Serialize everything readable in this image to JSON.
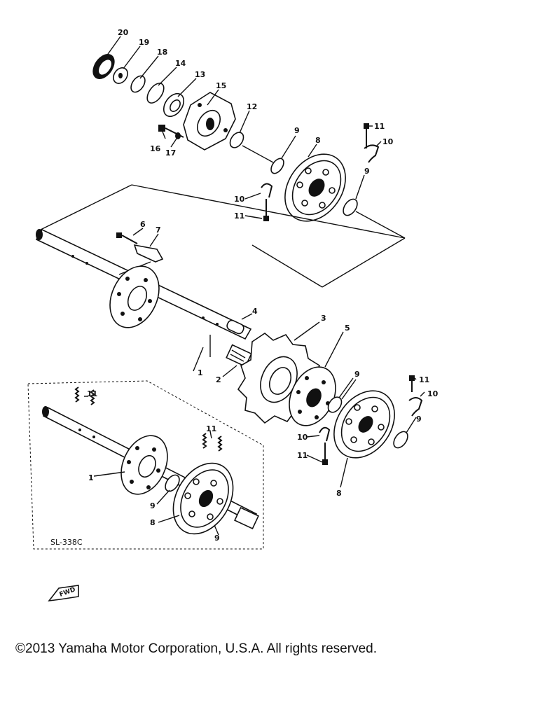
{
  "diagram": {
    "subassembly_code": "SL-338C",
    "direction_badge": "FWD",
    "callouts": {
      "c20": "20",
      "c19": "19",
      "c18": "18",
      "c14": "14",
      "c13": "13",
      "c15": "15",
      "c12": "12",
      "c16": "16",
      "c17": "17",
      "c9a": "9",
      "c8a": "8",
      "c11a": "11",
      "c10a": "10",
      "c9b": "9",
      "c10b": "10",
      "c11b": "11",
      "c6": "6",
      "c7": "7",
      "c4": "4",
      "c3": "3",
      "c5": "5",
      "c1": "1",
      "c2": "2",
      "c9c": "9",
      "c11c": "11",
      "c10c": "10",
      "c9d": "9",
      "c10d": "10",
      "c11d": "11",
      "c8b": "8",
      "c11e": "11",
      "c11f": "11",
      "c1b": "1",
      "c9e": "9",
      "c8c": "8",
      "c9f": "9"
    }
  },
  "footer": {
    "copyright": "©2013 Yamaha Motor Corporation, U.S.A. All rights reserved."
  }
}
